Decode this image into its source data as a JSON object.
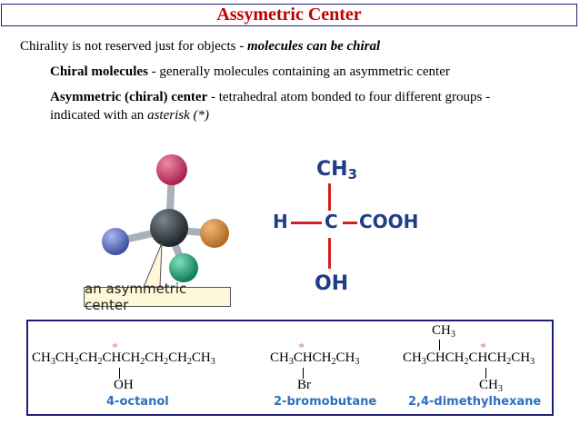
{
  "slide": {
    "title": "Assymetric Center",
    "line1_plain": "Chirality is not reserved just for objects - ",
    "line1_emph": "molecules can be chiral",
    "line2_bold": "Chiral molecules",
    "line2_rest": " - generally molecules containing an asymmetric center",
    "line3_bold": "Asymmetric (chiral) center",
    "line3_rest": " - tetrahedral atom bonded  to four different groups -",
    "line4_plain": "indicated with an ",
    "line4_it": "asterisk (*)"
  },
  "model": {
    "callout": "an asymmetric center",
    "colors": {
      "top": "#c8336a",
      "left": "#5a6fbf",
      "right": "#d88a3a",
      "bottom": "#1fa37a",
      "center": "#333a40"
    }
  },
  "fischer": {
    "top": "CH3_label",
    "top_main": "CH",
    "top_sub": "3",
    "left": "H",
    "center": "C",
    "right": "COOH",
    "bottom": "OH",
    "color": "#1f3c88",
    "bond_color": "#d42020"
  },
  "examples": {
    "star": "*",
    "octanol": {
      "main": [
        "CH",
        "3",
        "CH",
        "2",
        "CH",
        "2",
        "CHCH",
        "2",
        "CH",
        "2",
        "CH",
        "2",
        "CH",
        "3"
      ],
      "sub_group": "OH",
      "name": "4-octanol"
    },
    "bromobutane": {
      "main": [
        "CH",
        "3",
        "CHCH",
        "2",
        "CH",
        "3"
      ],
      "sub_group": "Br",
      "name": "2-bromobutane"
    },
    "dimethylhexane": {
      "top_group_main": "CH",
      "top_group_sub": "3",
      "main": [
        "CH",
        "3",
        "CHCH",
        "2",
        "CHCH",
        "2",
        "CH",
        "3"
      ],
      "sub_group_main": "CH",
      "sub_group_sub": "3",
      "name": "2,4-dimethylhexane"
    }
  }
}
